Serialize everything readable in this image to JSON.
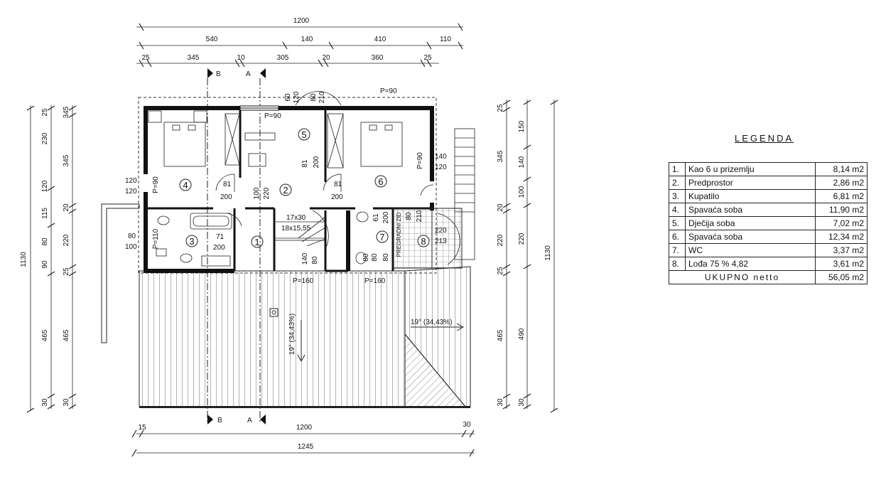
{
  "dims": {
    "top_overall": "1200",
    "top_mid": [
      "540",
      "140",
      "410",
      "110"
    ],
    "top_inner": [
      "25",
      "345",
      "10",
      "305",
      "20",
      "360",
      "25"
    ],
    "bottom_inner_left": "15",
    "bottom_inner_mid": "1200",
    "bottom_inner_right": "30",
    "bottom_overall": "1245",
    "left_outer": "1130",
    "left_a": [
      "25",
      "230",
      "120",
      "115",
      "80",
      "90",
      "465",
      "30"
    ],
    "left_b": [
      "345",
      "20",
      "220",
      "25",
      "465",
      "30"
    ],
    "right_a": [
      "25",
      "150",
      "140",
      "100",
      "20",
      "220",
      "25",
      "465",
      "30"
    ],
    "right_b": [
      "345",
      "220",
      "490",
      "30"
    ],
    "right_outer": "1130"
  },
  "sections": {
    "a": "A",
    "b": "B"
  },
  "rooms": [
    "1",
    "2",
    "3",
    "4",
    "5",
    "6",
    "7",
    "8"
  ],
  "openings": {
    "p90_top": "P=90",
    "p90_bath": "P=90",
    "p90_left": "P=90",
    "p90_right": "P=90",
    "p110": "P=110",
    "p160_a": "P=160",
    "p160_b": "P=160",
    "win_top": [
      "60",
      "120",
      "80",
      "210"
    ],
    "w4": [
      "120",
      "120"
    ],
    "w3": [
      "80",
      "100"
    ],
    "w6": [
      "140",
      "120"
    ],
    "d4": [
      "81",
      "200"
    ],
    "d2": [
      "100",
      "220"
    ],
    "d5": [
      "81",
      "200"
    ],
    "d6": [
      "81",
      "200"
    ],
    "d3": [
      "71",
      "200"
    ],
    "d7": [
      "61",
      "200"
    ],
    "d8": [
      "80",
      "210"
    ],
    "d8b": [
      "220",
      "213"
    ],
    "st1": "17x30",
    "st2": "18x15,55",
    "st3": [
      "140",
      "80"
    ],
    "wc": [
      "80",
      "80",
      "80"
    ],
    "pregradni": "PREGRADNI ZID",
    "roof1": "19° (34,43%)",
    "roof2": "19° (34,43%)"
  },
  "legend": {
    "title": "LEGENDA",
    "rows": [
      {
        "no": "1.",
        "name": "Kao 6 u prizemlju",
        "area": "8,14 m2"
      },
      {
        "no": "2.",
        "name": "Predprostor",
        "area": "2,86 m2"
      },
      {
        "no": "3.",
        "name": "Kupatilo",
        "area": "6,81 m2"
      },
      {
        "no": "4.",
        "name": "Spavaća soba",
        "area": "11,90 m2"
      },
      {
        "no": "5.",
        "name": "Dječija soba",
        "area": "7,02 m2"
      },
      {
        "no": "6.",
        "name": "Spavaća soba",
        "area": "12,34 m2"
      },
      {
        "no": "7.",
        "name": "WC",
        "area": "3,37 m2"
      },
      {
        "no": "8.",
        "name": "Lođa 75 % 4,82",
        "area": "3,61 m2"
      }
    ],
    "total_label": "UKUPNO netto",
    "total_area": "56,05 m2"
  }
}
